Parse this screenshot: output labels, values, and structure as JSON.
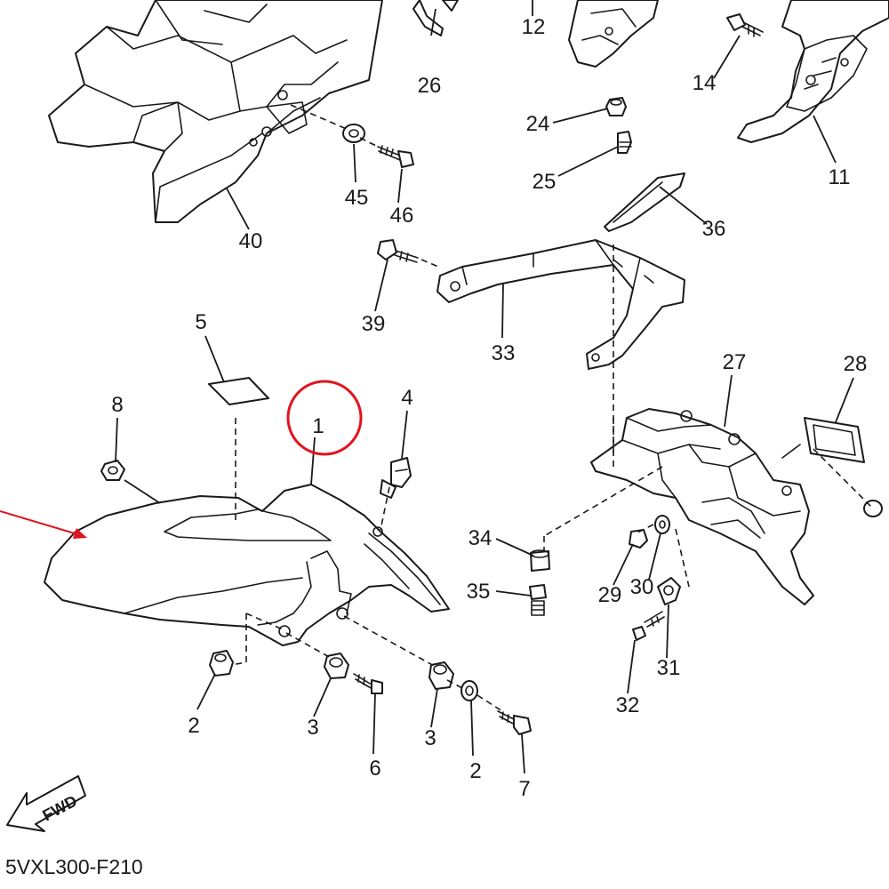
{
  "diagram": {
    "drawing_code": "5VXL300-F210",
    "direction_label": "FWD",
    "highlight_color": "#e0141e",
    "highlighted_callout": "1",
    "callouts": {
      "c1": "1",
      "c2a": "2",
      "c2b": "2",
      "c3a": "3",
      "c3b": "3",
      "c4": "4",
      "c5": "5",
      "c6": "6",
      "c7": "7",
      "c8": "8",
      "c11": "11",
      "c12": "12",
      "c14": "14",
      "c24": "24",
      "c25": "25",
      "c26": "26",
      "c27": "27",
      "c28": "28",
      "c29": "29",
      "c30": "30",
      "c31": "31",
      "c32": "32",
      "c33": "33",
      "c34": "34",
      "c35": "35",
      "c36": "36",
      "c39": "39",
      "c40": "40",
      "c45": "45",
      "c46": "46"
    }
  }
}
